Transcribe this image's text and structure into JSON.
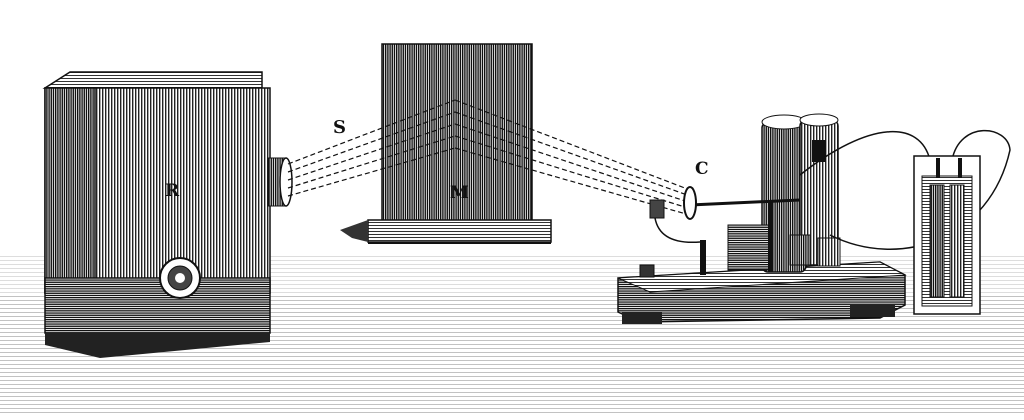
{
  "labels": {
    "source": "S",
    "box": "R",
    "mirror": "M",
    "receiver": "C"
  },
  "colors": {
    "ink": "#111111",
    "paper": "#ffffff"
  }
}
